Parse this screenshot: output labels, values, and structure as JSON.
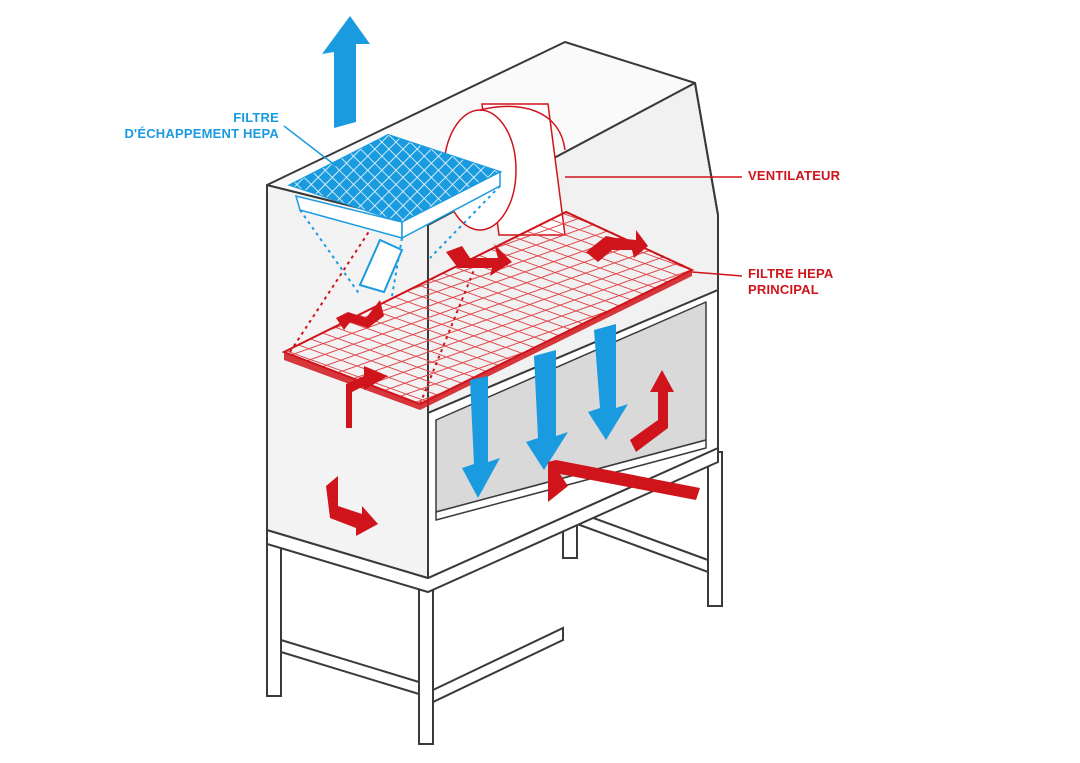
{
  "labels": {
    "exhaust_filter": [
      "FILTRE",
      "D'ÉCHAPPEMENT HEPA"
    ],
    "fan": [
      "VENTILATEUR"
    ],
    "main_filter": [
      "FILTRE HEPA",
      "PRINCIPAL"
    ]
  },
  "colors": {
    "outline": "#3a3a3a",
    "cabinet_fill": "#f2f2f2",
    "interior_fill": "#d6d6d6",
    "blue": "#1a9be0",
    "red": "#d0141b",
    "red_grid": "#e0484d"
  }
}
